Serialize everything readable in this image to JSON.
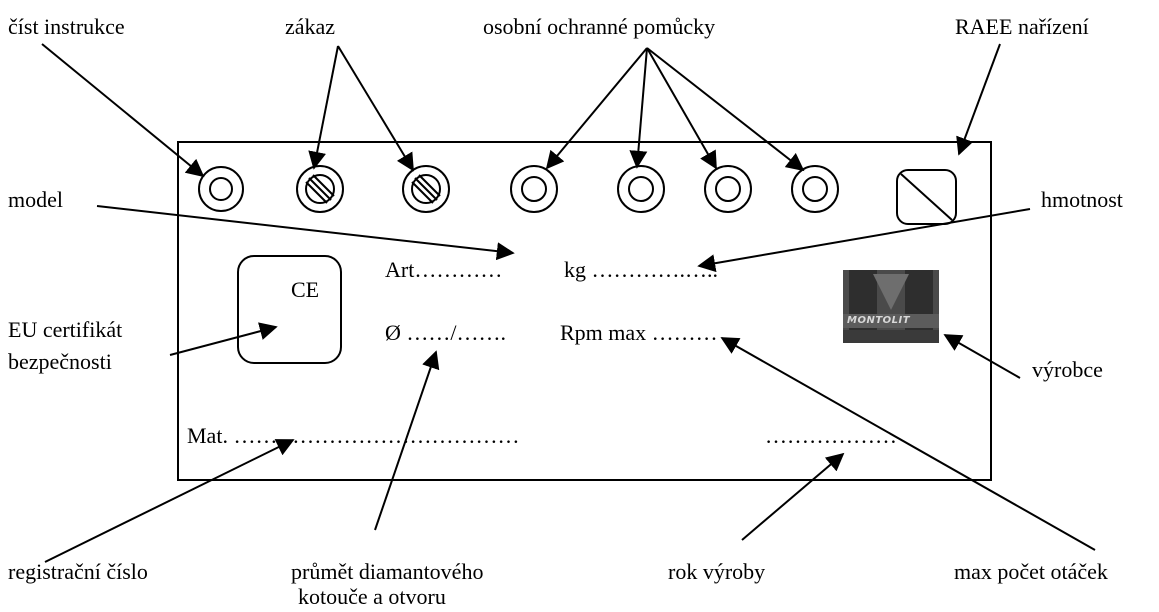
{
  "labels": {
    "read_instructions": "číst instrukce",
    "prohibition": "zákaz",
    "ppe": "osobní ochranné pomůcky",
    "raee": "RAEE nařízení",
    "model": "model",
    "weight": "hmotnost",
    "eu_cert_line1": "EU certifikát",
    "eu_cert_line2": "bezpečnosti",
    "manufacturer": "výrobce",
    "registration": "registrační číslo",
    "diameter_line1": "průmět diamantového",
    "diameter_line2": "kotouče a otvoru",
    "year": "rok výroby",
    "max_rpm": "max počet otáček"
  },
  "plate": {
    "ce": "CE",
    "art": "Art…………",
    "kg": "kg ………….…..",
    "diam": "Ø ……/…….",
    "rpm": "Rpm max ………",
    "mat": "Mat. …………………………………",
    "year_dots": "………………",
    "logo_text": "MONTOLIT"
  },
  "icons": [
    {
      "name": "read-instructions-icon"
    },
    {
      "name": "prohibition-icon"
    },
    {
      "name": "prohibition-icon"
    },
    {
      "name": "ppe-icon"
    },
    {
      "name": "ppe-icon"
    },
    {
      "name": "ppe-icon"
    },
    {
      "name": "ppe-icon"
    },
    {
      "name": "raee-icon"
    }
  ]
}
